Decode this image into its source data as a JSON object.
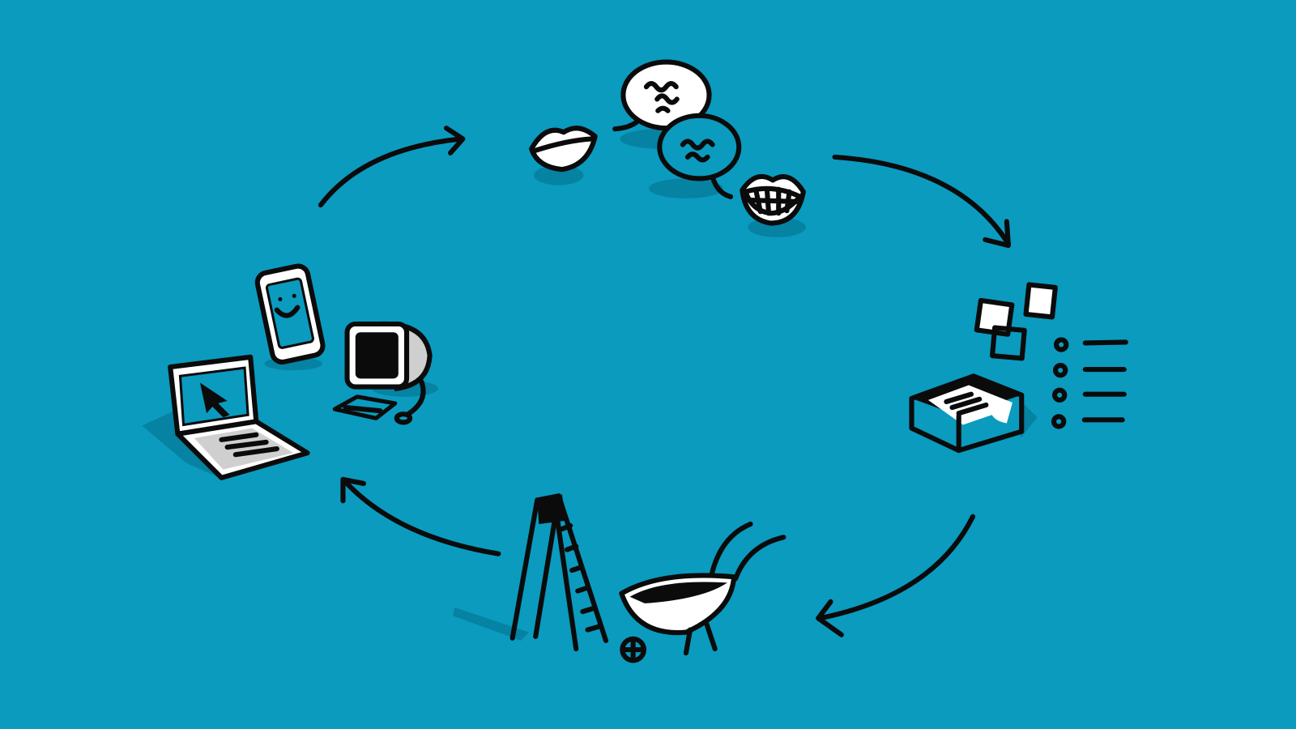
{
  "colors": {
    "background": "#0A9BBF",
    "ink": "#0b0b0b",
    "paper": "#ffffff",
    "shadow": "#067e9c",
    "gray": "#cfcfcf"
  },
  "diagram": {
    "type": "cycle",
    "stages": [
      {
        "icon": "conversation-icon"
      },
      {
        "icon": "organize-inbox-checklist-icon"
      },
      {
        "icon": "build-ladder-wheelbarrow-icon"
      },
      {
        "icon": "devices-icon"
      }
    ],
    "arrows": [
      "arrow-devices-to-conversation",
      "arrow-conversation-to-organize",
      "arrow-organize-to-build",
      "arrow-build-to-devices"
    ]
  }
}
